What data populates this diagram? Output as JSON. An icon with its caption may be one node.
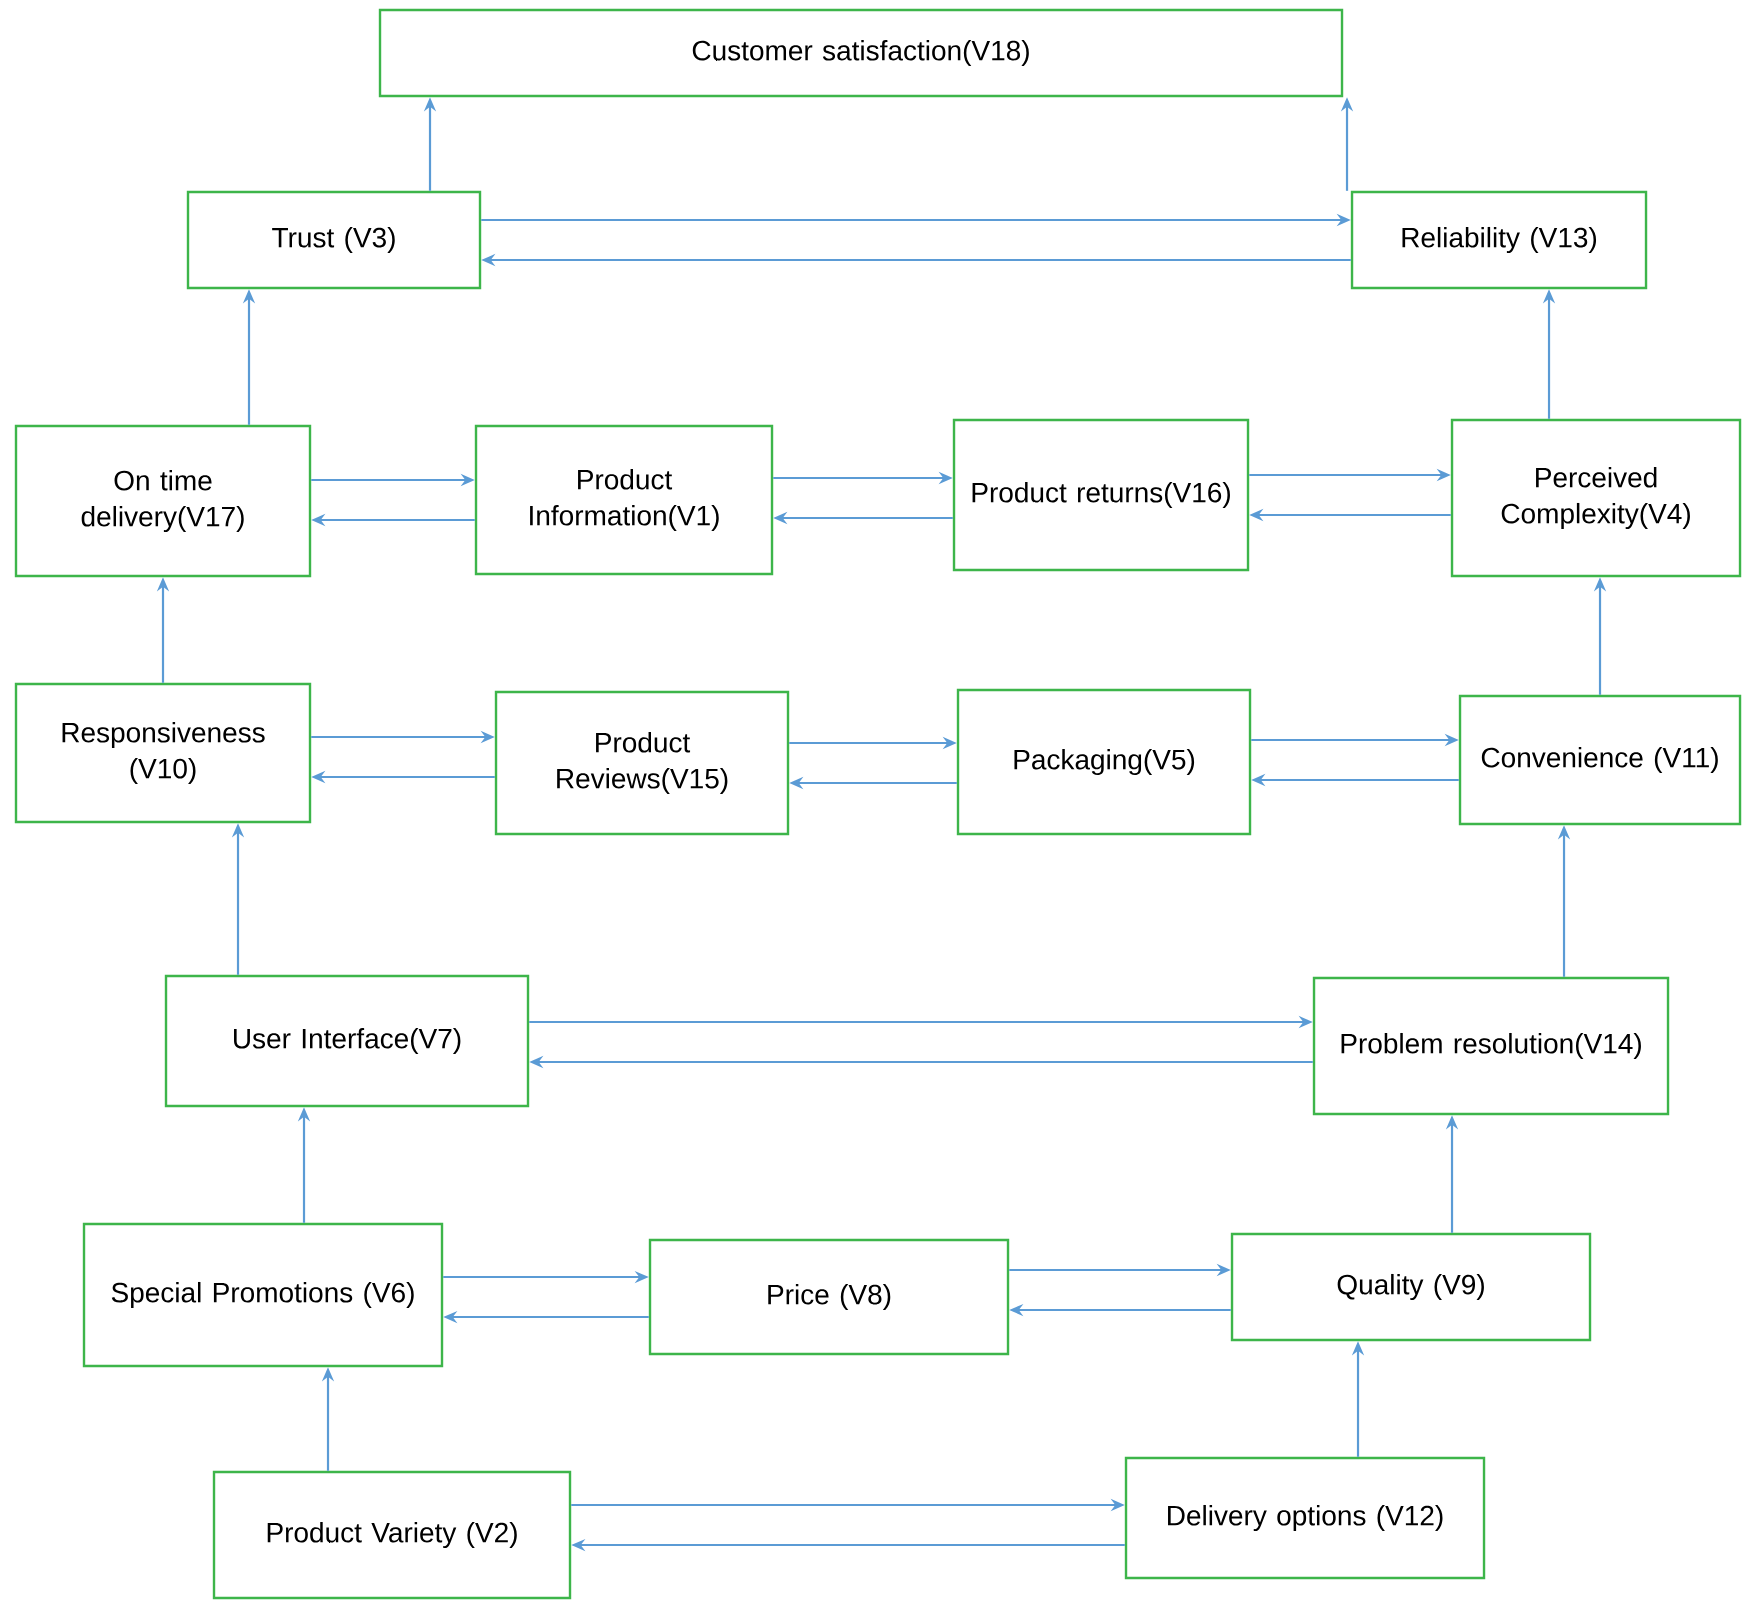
{
  "diagram": {
    "nodes": [
      {
        "text": [
          "Customer satisfaction(V18)"
        ]
      },
      {
        "text": [
          "Trust (V3)"
        ]
      },
      {
        "text": [
          "Reliability (V13)"
        ]
      },
      {
        "text": [
          "On time delivery(V17)"
        ]
      },
      {
        "text": [
          "Product Information(V1)"
        ]
      },
      {
        "text": [
          "Product returns(V16)"
        ]
      },
      {
        "text": [
          "Perceived Complexity(V4)"
        ]
      },
      {
        "text": [
          "Responsiveness (V10)"
        ]
      },
      {
        "text": [
          "Product Reviews(V15)"
        ]
      },
      {
        "text": [
          "Packaging(V5)"
        ]
      },
      {
        "text": [
          "Convenience (V11)"
        ]
      },
      {
        "text": [
          "User Interface(V7)"
        ]
      },
      {
        "text": [
          "Problem resolution(V14)"
        ]
      },
      {
        "text": [
          "Special Promotions (V6)"
        ]
      },
      {
        "text": [
          "Price (V8)"
        ]
      },
      {
        "text": [
          "Quality (V9)"
        ]
      },
      {
        "text": [
          "Product Variety (V2)"
        ]
      },
      {
        "text": [
          "Delivery options (V12)"
        ]
      }
    ],
    "edges": [
      {
        "from": 1,
        "to": 0,
        "arrow": "to"
      },
      {
        "from": 2,
        "to": 0,
        "arrow": "to"
      },
      {
        "from": 1,
        "to": 2,
        "arrow": "to"
      },
      {
        "from": 2,
        "to": 1,
        "arrow": "to"
      },
      {
        "from": 3,
        "to": 1,
        "arrow": "to"
      },
      {
        "from": 6,
        "to": 2,
        "arrow": "to"
      },
      {
        "from": 3,
        "to": 4,
        "arrow": "to"
      },
      {
        "from": 4,
        "to": 3,
        "arrow": "to"
      },
      {
        "from": 4,
        "to": 5,
        "arrow": "to"
      },
      {
        "from": 5,
        "to": 4,
        "arrow": "to"
      },
      {
        "from": 5,
        "to": 6,
        "arrow": "to"
      },
      {
        "from": 6,
        "to": 5,
        "arrow": "to"
      },
      {
        "from": 7,
        "to": 3,
        "arrow": "to"
      },
      {
        "from": 10,
        "to": 6,
        "arrow": "to"
      },
      {
        "from": 7,
        "to": 8,
        "arrow": "to"
      },
      {
        "from": 8,
        "to": 7,
        "arrow": "to"
      },
      {
        "from": 8,
        "to": 9,
        "arrow": "to"
      },
      {
        "from": 9,
        "to": 8,
        "arrow": "to"
      },
      {
        "from": 9,
        "to": 10,
        "arrow": "to"
      },
      {
        "from": 10,
        "to": 9,
        "arrow": "to"
      },
      {
        "from": 11,
        "to": 7,
        "arrow": "to"
      },
      {
        "from": 12,
        "to": 10,
        "arrow": "to"
      },
      {
        "from": 11,
        "to": 12,
        "arrow": "to"
      },
      {
        "from": 12,
        "to": 11,
        "arrow": "to"
      },
      {
        "from": 13,
        "to": 11,
        "arrow": "to"
      },
      {
        "from": 15,
        "to": 12,
        "arrow": "to"
      },
      {
        "from": 13,
        "to": 14,
        "arrow": "to"
      },
      {
        "from": 14,
        "to": 13,
        "arrow": "to"
      },
      {
        "from": 14,
        "to": 15,
        "arrow": "to"
      },
      {
        "from": 15,
        "to": 14,
        "arrow": "to"
      },
      {
        "from": 16,
        "to": 13,
        "arrow": "to"
      },
      {
        "from": 17,
        "to": 15,
        "arrow": "to"
      },
      {
        "from": 16,
        "to": 17,
        "arrow": "to"
      },
      {
        "from": 17,
        "to": 16,
        "arrow": "to"
      }
    ]
  }
}
